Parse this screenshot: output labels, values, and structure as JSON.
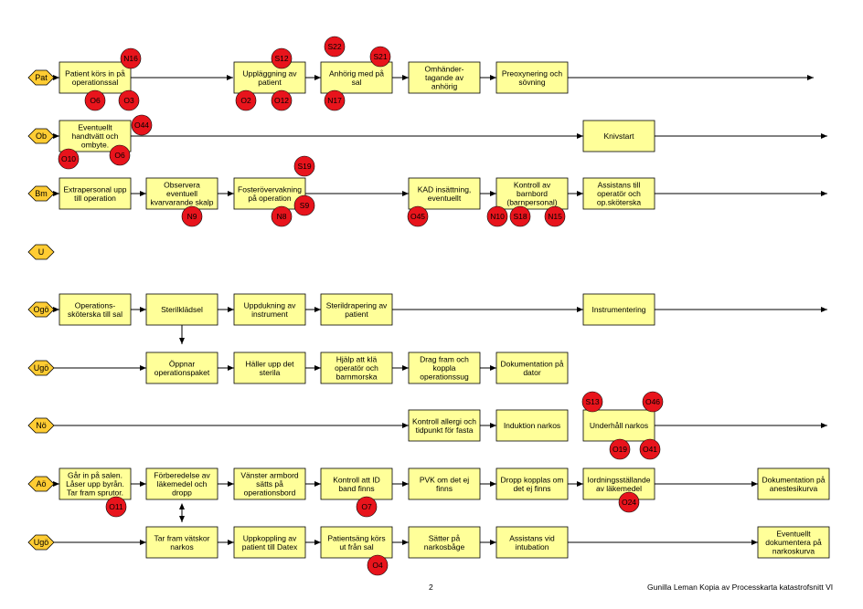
{
  "lanes": [
    {
      "label": "Pat"
    },
    {
      "label": "Ob"
    },
    {
      "label": "Bm"
    },
    {
      "label": "U"
    },
    {
      "label": "Ogö"
    },
    {
      "label": "Ugö"
    },
    {
      "label": "Nö"
    },
    {
      "label": "Aö"
    },
    {
      "label": "Ugö"
    }
  ],
  "boxes": [
    {
      "id": "b1",
      "lines": [
        "Patient körs in på",
        "operationssal"
      ]
    },
    {
      "id": "b2",
      "lines": [
        "Uppläggning av",
        "patient"
      ]
    },
    {
      "id": "b3",
      "lines": [
        "Anhörig med på",
        "sal"
      ]
    },
    {
      "id": "b4",
      "lines": [
        "Omhänder-",
        "tagande av",
        "anhörig"
      ]
    },
    {
      "id": "b5",
      "lines": [
        "Preoxynering och",
        "sövning"
      ]
    },
    {
      "id": "b6",
      "lines": [
        "Eventuellt",
        "handtvätt och",
        "ombyte."
      ]
    },
    {
      "id": "b7",
      "lines": [
        "Knivstart"
      ]
    },
    {
      "id": "b8",
      "lines": [
        "Extrapersonal upp",
        "till operation"
      ]
    },
    {
      "id": "b9",
      "lines": [
        "Observera",
        "eventuell",
        "kvarvarande skalp"
      ]
    },
    {
      "id": "b10",
      "lines": [
        "Fosterövervakning",
        "på operation"
      ]
    },
    {
      "id": "b11",
      "lines": [
        "KAD insättning,",
        "eventuellt"
      ]
    },
    {
      "id": "b12",
      "lines": [
        "Kontroll av",
        "barnbord",
        "(barnpersonal)"
      ]
    },
    {
      "id": "b13",
      "lines": [
        "Assistans till",
        "operatör och",
        "op.sköterska"
      ]
    },
    {
      "id": "b14",
      "lines": [
        "Operations-",
        "sköterska till sal"
      ]
    },
    {
      "id": "b15",
      "lines": [
        "Sterilklädsel"
      ]
    },
    {
      "id": "b16",
      "lines": [
        "Uppdukning av",
        "instrument"
      ]
    },
    {
      "id": "b17",
      "lines": [
        "Sterildrapering av",
        "patient"
      ]
    },
    {
      "id": "b18",
      "lines": [
        "Instrumentering"
      ]
    },
    {
      "id": "b19",
      "lines": [
        "Öppnar",
        "operationspaket"
      ]
    },
    {
      "id": "b20",
      "lines": [
        "Häller upp det",
        "sterila"
      ]
    },
    {
      "id": "b21",
      "lines": [
        "Hjälp att klä",
        "operatör och",
        "barnmorska"
      ]
    },
    {
      "id": "b22",
      "lines": [
        "Drag fram och",
        "koppla",
        "operationssug"
      ]
    },
    {
      "id": "b23",
      "lines": [
        "Dokumentation på",
        "dator"
      ]
    },
    {
      "id": "b24",
      "lines": [
        "Kontroll allergi och",
        "tidpunkt för fasta"
      ]
    },
    {
      "id": "b25",
      "lines": [
        "Induktion narkos"
      ]
    },
    {
      "id": "b26",
      "lines": [
        "Underhåll narkos"
      ]
    },
    {
      "id": "b27",
      "lines": [
        "Går in på salen.",
        "Låser upp byrån.",
        "Tar fram sprutor."
      ]
    },
    {
      "id": "b28",
      "lines": [
        "Förberedelse av",
        "läkemedel och",
        "dropp"
      ]
    },
    {
      "id": "b29",
      "lines": [
        "Vänster armbord",
        "sätts på",
        "operationsbord"
      ]
    },
    {
      "id": "b30",
      "lines": [
        "Kontroll att ID",
        "band finns"
      ]
    },
    {
      "id": "b31",
      "lines": [
        "PVK om det ej",
        "finns"
      ]
    },
    {
      "id": "b32",
      "lines": [
        "Dropp kopplas om",
        "det ej finns"
      ]
    },
    {
      "id": "b33",
      "lines": [
        "Iordningsställande",
        "av läkemedel"
      ]
    },
    {
      "id": "b34",
      "lines": [
        "Dokumentation på",
        "anestesikurva"
      ]
    },
    {
      "id": "b35",
      "lines": [
        "Tar fram vätskor",
        "narkos"
      ]
    },
    {
      "id": "b36",
      "lines": [
        "Uppkoppling av",
        "patient till Datex"
      ]
    },
    {
      "id": "b37",
      "lines": [
        "Patientsäng körs",
        "ut från sal"
      ]
    },
    {
      "id": "b38",
      "lines": [
        "Sätter på",
        "narkosbåge"
      ]
    },
    {
      "id": "b39",
      "lines": [
        "Assistans vid",
        "intubation"
      ]
    },
    {
      "id": "b40",
      "lines": [
        "Eventuellt",
        "dokumentera på",
        "narkoskurva"
      ]
    }
  ],
  "badges": [
    {
      "id": "c1",
      "label": "N16"
    },
    {
      "id": "c2",
      "label": "O6"
    },
    {
      "id": "c3",
      "label": "O3"
    },
    {
      "id": "c4",
      "label": "S12"
    },
    {
      "id": "c5",
      "label": "O2"
    },
    {
      "id": "c6",
      "label": "O12"
    },
    {
      "id": "c7",
      "label": "S22"
    },
    {
      "id": "c8",
      "label": "S21"
    },
    {
      "id": "c9",
      "label": "N17"
    },
    {
      "id": "c10",
      "label": "O44"
    },
    {
      "id": "c11",
      "label": "O10"
    },
    {
      "id": "c12",
      "label": "O6"
    },
    {
      "id": "c13",
      "label": "N9"
    },
    {
      "id": "c14",
      "label": "S19"
    },
    {
      "id": "c15",
      "label": "N8"
    },
    {
      "id": "c16",
      "label": "S9"
    },
    {
      "id": "c17",
      "label": "O45"
    },
    {
      "id": "c18",
      "label": "N10"
    },
    {
      "id": "c19",
      "label": "S18"
    },
    {
      "id": "c20",
      "label": "N15"
    },
    {
      "id": "c21",
      "label": "S13"
    },
    {
      "id": "c22",
      "label": "O46"
    },
    {
      "id": "c23",
      "label": "O19"
    },
    {
      "id": "c24",
      "label": "O41"
    },
    {
      "id": "c25",
      "label": "O11"
    },
    {
      "id": "c26",
      "label": "O7"
    },
    {
      "id": "c27",
      "label": "O24"
    },
    {
      "id": "c28",
      "label": "O4"
    }
  ],
  "footer": {
    "page_number": "2",
    "credit": "Gunilla Leman Kopia av Processkarta katastrofsnitt VI"
  },
  "colors": {
    "box_fill": "#ffff99",
    "lane_fill": "#ffcc33",
    "badge_fill": "#e8141c",
    "line": "#000000"
  }
}
